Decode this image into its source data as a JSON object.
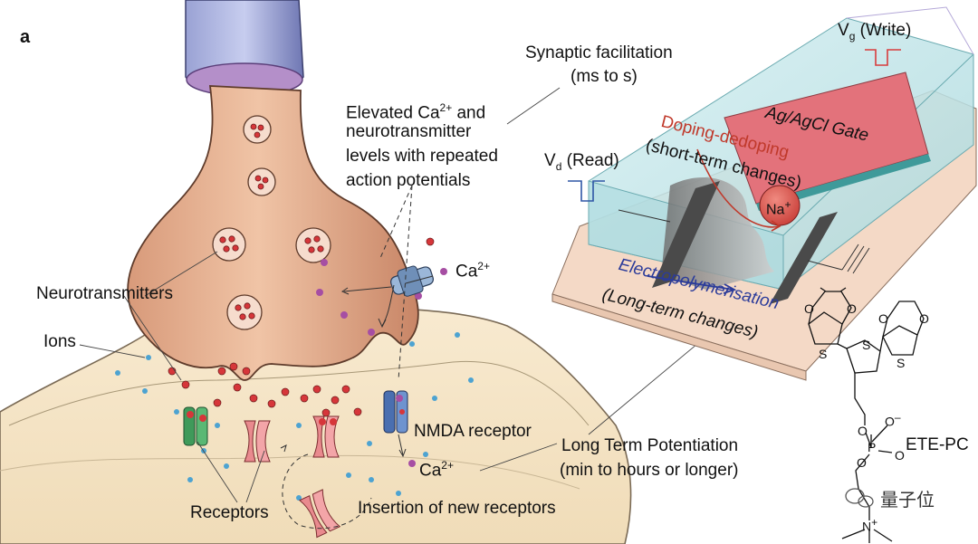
{
  "panel_label": "a",
  "labels": {
    "synaptic_facilitation": "Synaptic facilitation",
    "ms_to_s": "(ms to s)",
    "elevated_ca_pre": "Elevated Ca",
    "elevated_ca_sup": "2+",
    "elevated_ca_post": " and",
    "neurotransmitter_levels": "neurotransmitter",
    "levels_with": "levels with repeated",
    "action_potentials": "action potentials",
    "ca_top_base": "Ca",
    "ca_top_sup": "2+",
    "neurotransmitters": "Neurotransmitters",
    "ions": "Ions",
    "nmda_receptor": "NMDA receptor",
    "ca_bottom_base": "Ca",
    "ca_bottom_sup": "2+",
    "receptors": "Receptors",
    "insertion": "Insertion of new receptors",
    "ltp": "Long Term Potentiation",
    "min_to_hours": "(min to hours or longer)",
    "vg_base": "V",
    "vg_sub": "g",
    "vg_rest": " (Write)",
    "vd_base": "V",
    "vd_sub": "d",
    "vd_rest": " (Read)",
    "gate": "Ag/AgCl Gate",
    "doping": "Doping-dedoping",
    "short_term": "(short-term changes)",
    "na_base": "Na",
    "na_sup": "+",
    "electropoly": "Electropolymerisation",
    "long_term": "(Long-term changes)",
    "ete_pc": "ETE-PC",
    "atom_s": "S",
    "atom_o": "O",
    "atom_p": "P",
    "atom_n": "N",
    "o_minus": "–",
    "n_plus": "+",
    "watermark": "量子位"
  },
  "colors": {
    "terminal": "#e9b89a",
    "terminal_dark": "#c98a6a",
    "axon_cap": "#8a92c4",
    "postsynaptic": "#f3e3c4",
    "vesicle_dot": "#d6363a",
    "ion_purple": "#a64ea3",
    "ion_blue": "#4da3d1",
    "gate_red": "#e3727b",
    "electrolyte": "#bfe3e6",
    "substrate": "#f4d9c6",
    "doping_text": "#c0392b",
    "electro_text": "#2b3b9a",
    "vg_line": "#d83c3c",
    "vd_line": "#2f56a6"
  }
}
